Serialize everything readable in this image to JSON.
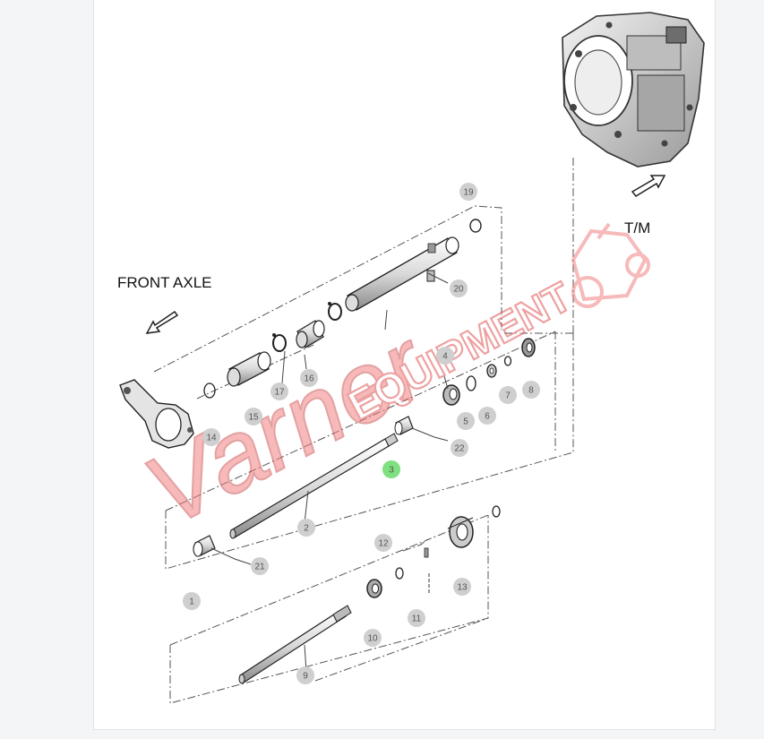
{
  "labels": {
    "front_axle": "FRONT AXLE",
    "transmission": "T/M"
  },
  "watermark": {
    "script": "Varner",
    "caps": "EQUIPMENT",
    "color": "#f08080"
  },
  "highlight_color": "#7ee07e",
  "callouts": [
    "1",
    "2",
    "3",
    "4",
    "5",
    "6",
    "7",
    "8",
    "9",
    "10",
    "11",
    "12",
    "13",
    "14",
    "15",
    "16",
    "17",
    "19",
    "20",
    "21",
    "22"
  ],
  "selected_part": "3"
}
